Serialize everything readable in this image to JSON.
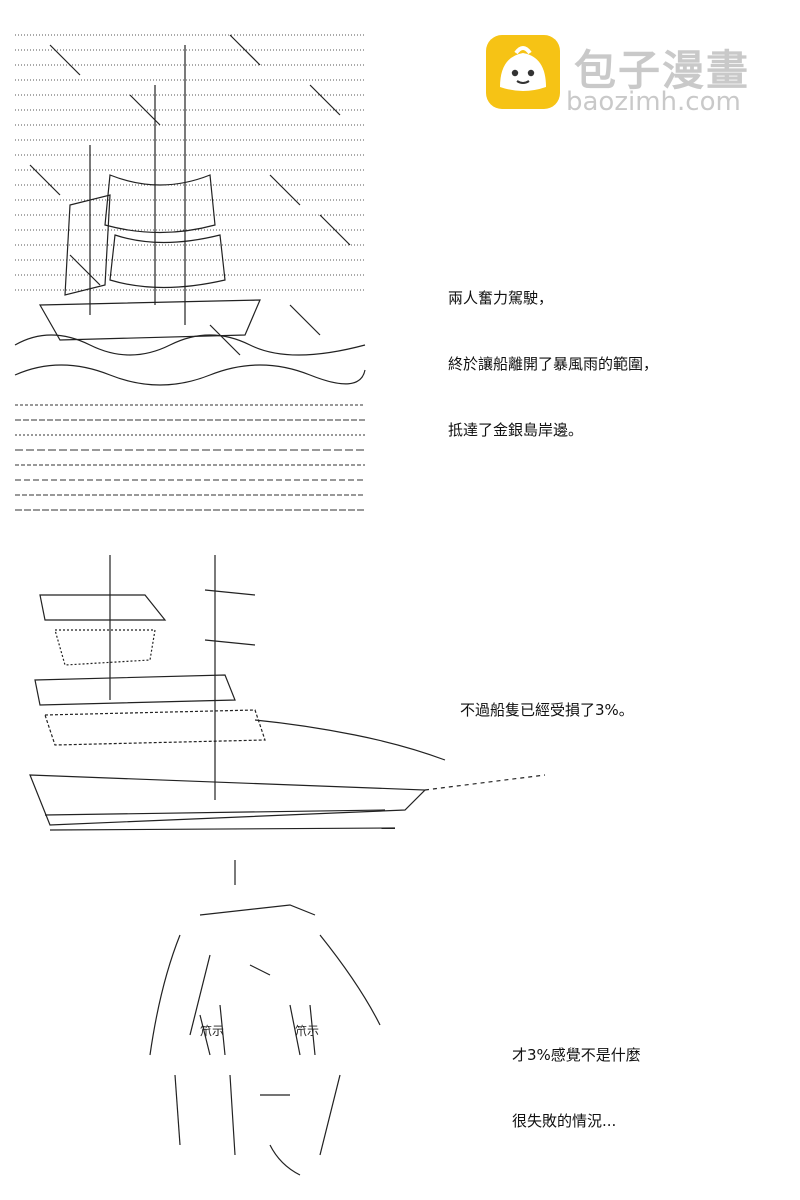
{
  "watermark": {
    "title": "包子漫畫",
    "url": "baozimh.com"
  },
  "captions": {
    "panel1": [
      "兩人奮力駕駛，",
      "終於讓船離開了暴風雨的範圍，",
      "抵達了金銀島岸邊。"
    ],
    "panel2": [
      "不過船隻已經受損了3%。"
    ],
    "panel3": [
      "才3%感覺不是什麼",
      "很失敗的情況..."
    ]
  },
  "art": {
    "panel1": "ship-in-storm-ascii-art",
    "panel2": "damaged-ship-ascii-art",
    "panel3": "character-face-ascii-art"
  }
}
